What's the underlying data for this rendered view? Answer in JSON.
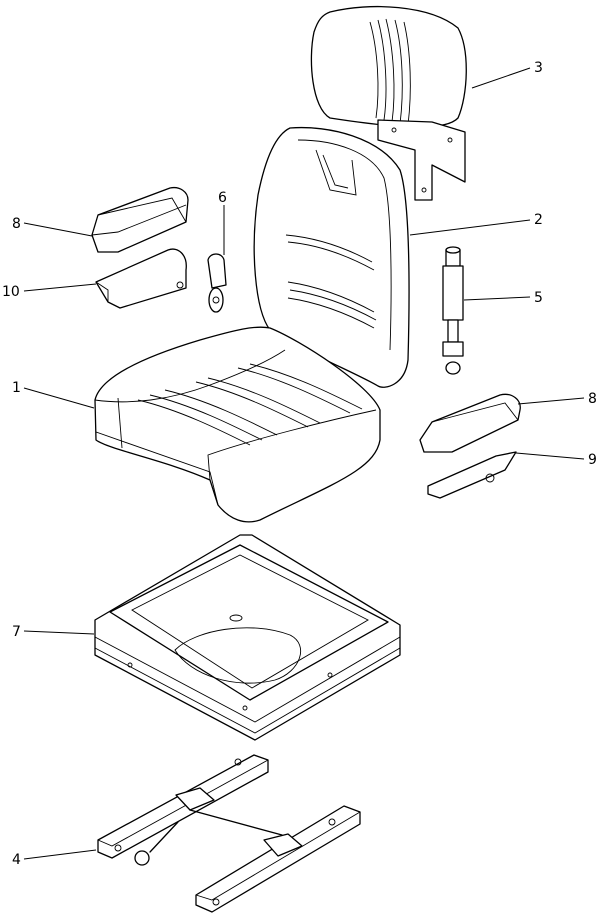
{
  "callouts": [
    {
      "id": "c3",
      "text": "3"
    },
    {
      "id": "c2",
      "text": "2"
    },
    {
      "id": "c6",
      "text": "6"
    },
    {
      "id": "c8a",
      "text": "8"
    },
    {
      "id": "c10",
      "text": "10"
    },
    {
      "id": "c5",
      "text": "5"
    },
    {
      "id": "c1",
      "text": "1"
    },
    {
      "id": "c8b",
      "text": "8"
    },
    {
      "id": "c9",
      "text": "9"
    },
    {
      "id": "c7",
      "text": "7"
    },
    {
      "id": "c4",
      "text": "4"
    }
  ]
}
